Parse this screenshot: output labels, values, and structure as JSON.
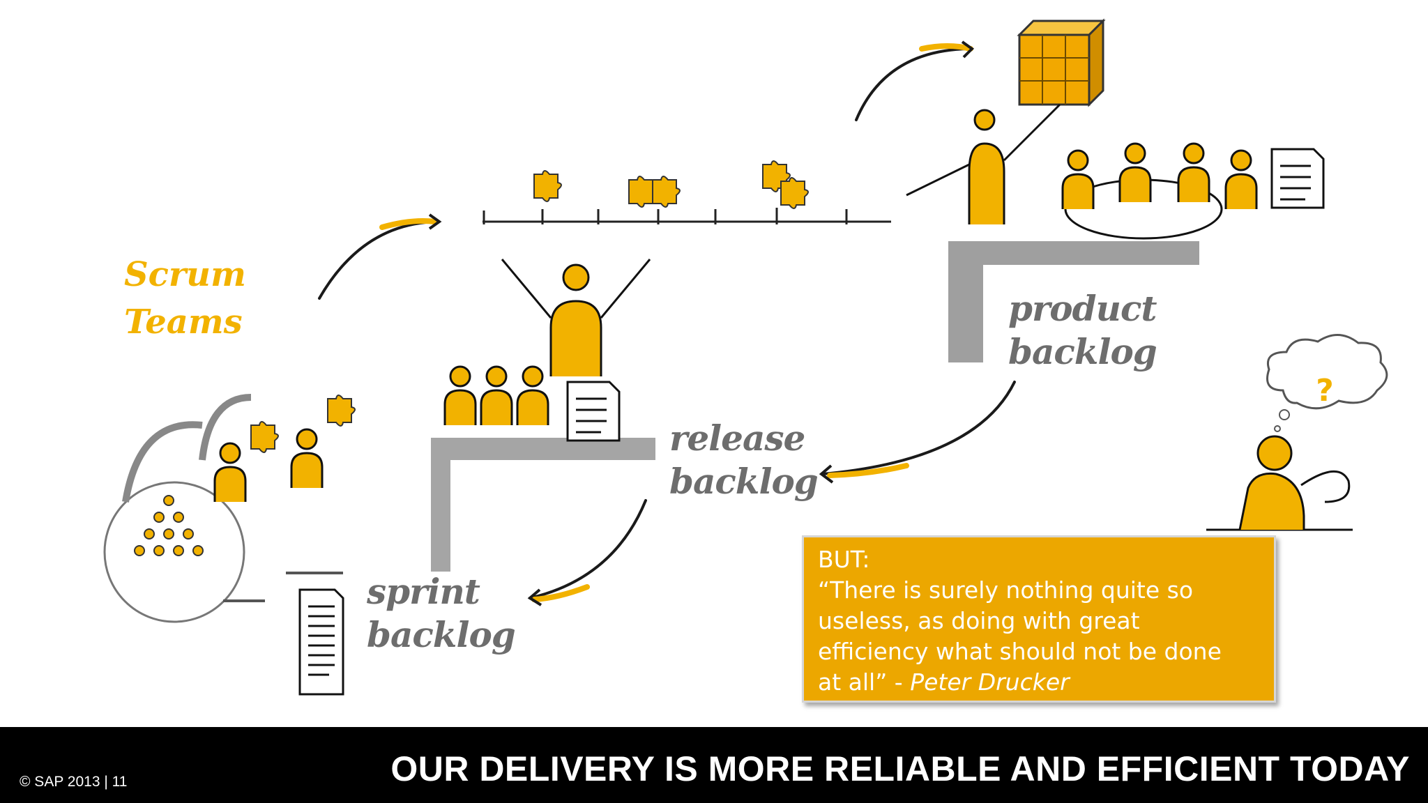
{
  "slide": {
    "scrum_label_line1": "Scrum",
    "scrum_label_line2": "Teams",
    "product_backlog_line1": "product",
    "product_backlog_line2": "backlog",
    "release_backlog_line1": "release",
    "release_backlog_line2": "backlog",
    "sprint_backlog_line1": "sprint",
    "sprint_backlog_line2": "backlog",
    "thought_mark": "?",
    "quote": {
      "line1": "BUT:",
      "line2": "“There is surely nothing quite so",
      "line3": "useless, as doing with great",
      "line4": "efficiency what should not be done",
      "line5_text": "at all” - ",
      "line5_author": "Peter Drucker"
    }
  },
  "footer": {
    "copyright": "© SAP 2013  |  11",
    "headline": "OUR DELIVERY IS MORE RELIABLE AND EFFICIENT TODAY"
  },
  "colors": {
    "accent": "#f2b200",
    "quote_box": "#eca700",
    "label_gray": "#6d6d6d",
    "footer_bg": "#000000"
  }
}
